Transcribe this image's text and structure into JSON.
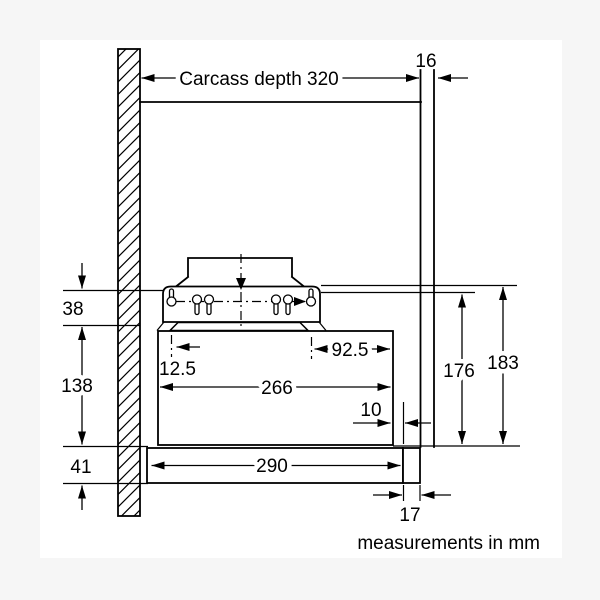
{
  "note": "measurements in mm",
  "dims": {
    "carcass_depth": "Carcass depth 320",
    "panel_thickness": "16",
    "top_clearance": "38",
    "body_height": "138",
    "front_strip_height": "41",
    "rear_keyhole_offset": "12.5",
    "front_keyhole_offset": "92.5",
    "body_depth": "266",
    "body_front_gap": "10",
    "front_strip_depth": "290",
    "front_strip_end_width": "17",
    "hanging_height": "176",
    "total_height": "183"
  }
}
